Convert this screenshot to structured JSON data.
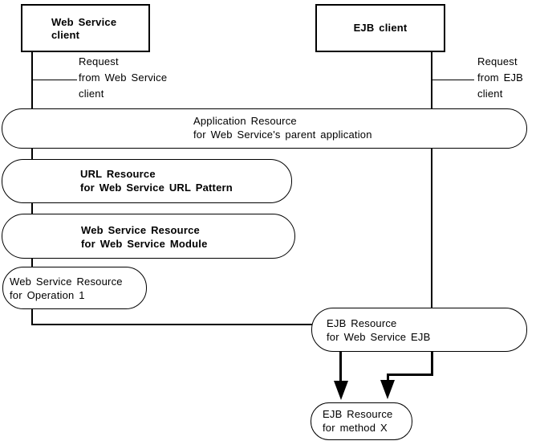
{
  "colors": {
    "background": "#ffffff",
    "line": "#000000",
    "text": "#000000"
  },
  "nodes": {
    "ws_client": {
      "line1": "Web Service",
      "line2": "client"
    },
    "ejb_client": {
      "line1": "EJB client"
    },
    "req_ws": {
      "line1": "Request",
      "line2": "from Web Service",
      "line3": "client"
    },
    "req_ejb": {
      "line1": "Request",
      "line2": "from EJB",
      "line3": "client"
    },
    "app_resource": {
      "line1": "Application Resource",
      "line2": "for Web Service's parent application"
    },
    "url_resource": {
      "line1": "URL Resource",
      "line2": "for Web Service URL Pattern"
    },
    "ws_module_resource": {
      "line1": "Web Service Resource",
      "line2": "for Web Service Module"
    },
    "ws_operation_resource": {
      "line1": "Web Service Resource",
      "line2": "for Operation 1"
    },
    "ejb_ws_resource": {
      "line1": "EJB Resource",
      "line2": "for Web Service EJB"
    },
    "ejb_method_resource": {
      "line1": "EJB Resource",
      "line2": "for method X"
    }
  }
}
